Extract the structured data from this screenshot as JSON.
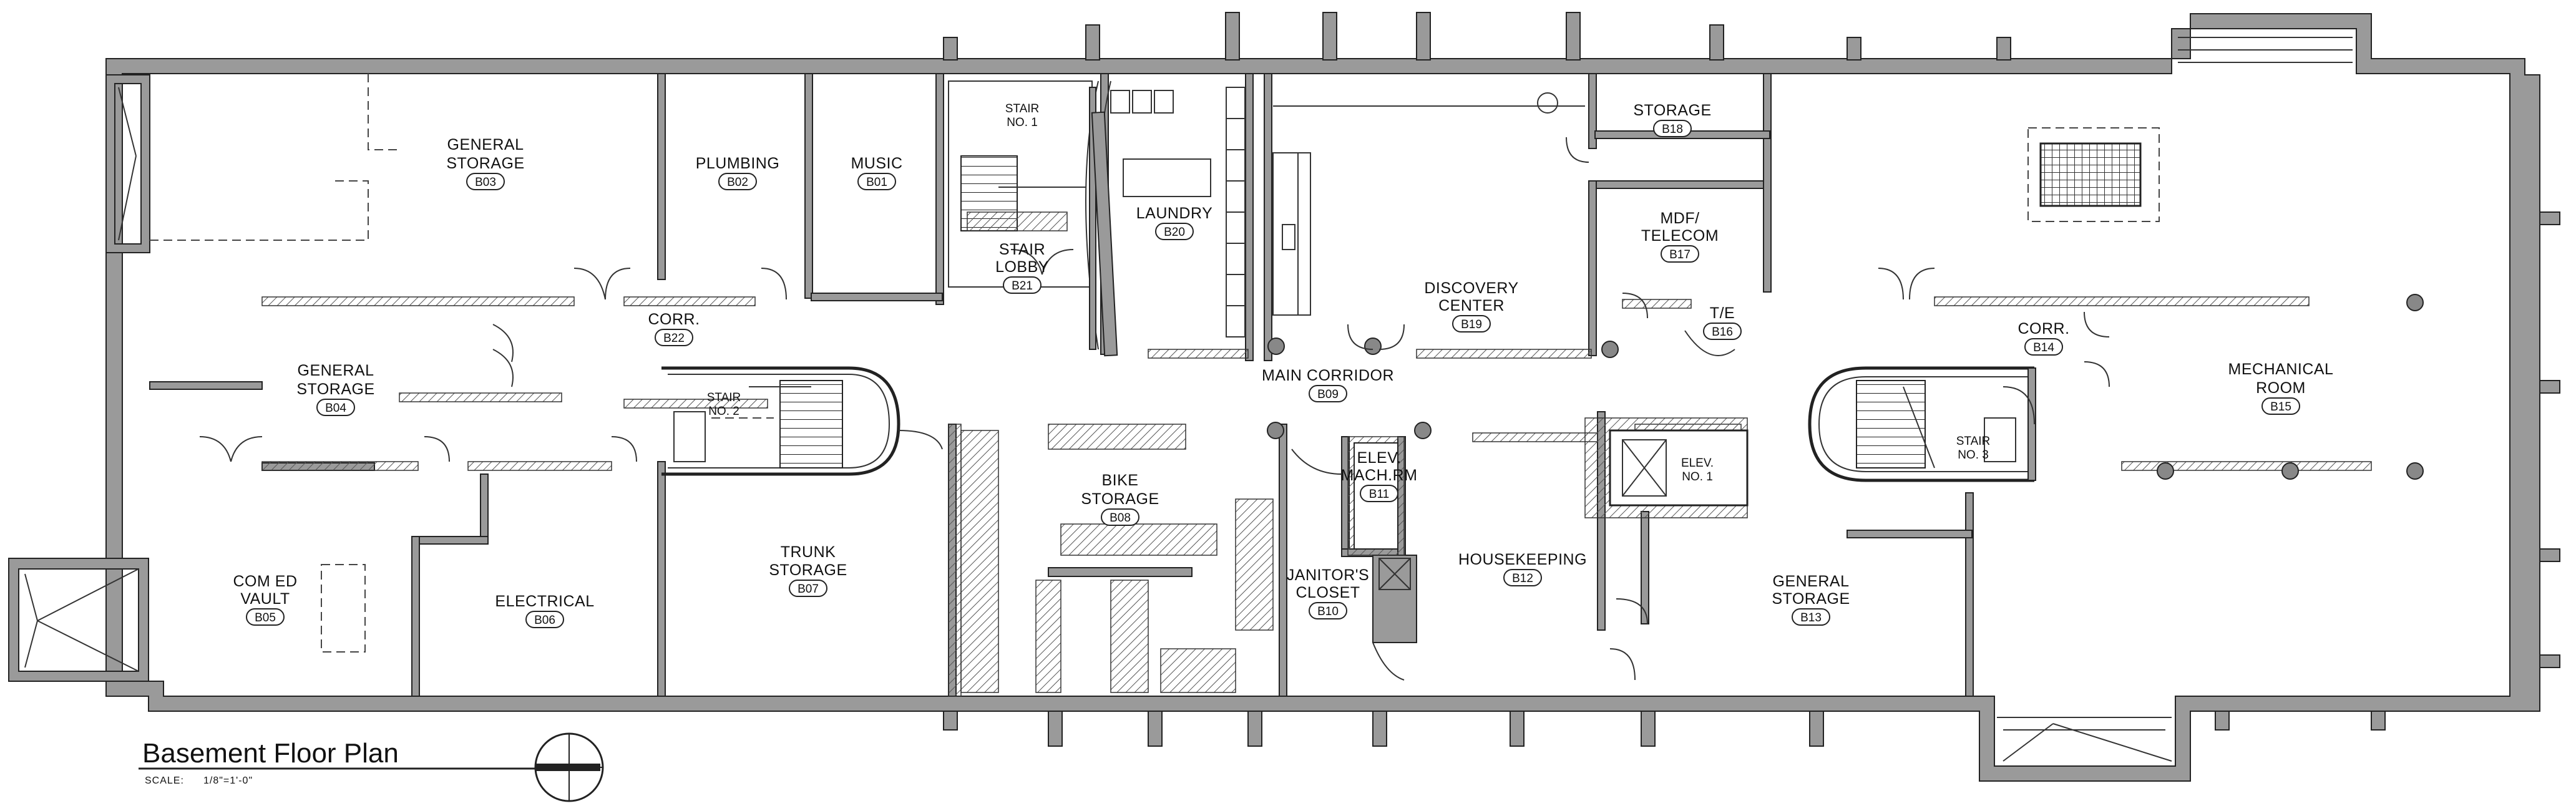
{
  "plan": {
    "title": "Basement Floor Plan",
    "scale_label": "SCALE:",
    "scale_value": "1/8\"=1'-0\""
  },
  "rooms": {
    "b03": {
      "l1": "GENERAL",
      "l2": "STORAGE",
      "tag": "B03"
    },
    "b02": {
      "l1": "PLUMBING",
      "tag": "B02"
    },
    "b01": {
      "l1": "MUSIC",
      "tag": "B01"
    },
    "stair1": {
      "l1": "STAIR",
      "l2": "NO. 1"
    },
    "b21": {
      "l1": "STAIR",
      "l2": "LOBBY",
      "tag": "B21"
    },
    "b20": {
      "l1": "LAUNDRY",
      "tag": "B20"
    },
    "b18": {
      "l1": "STORAGE",
      "tag": "B18"
    },
    "b17": {
      "l1": "MDF/",
      "l2": "TELECOM",
      "tag": "B17"
    },
    "b19": {
      "l1": "DISCOVERY",
      "l2": "CENTER",
      "tag": "B19"
    },
    "b16": {
      "l1": "T/E",
      "tag": "B16"
    },
    "b14": {
      "l1": "CORR.",
      "tag": "B14"
    },
    "b15": {
      "l1": "MECHANICAL",
      "l2": "ROOM",
      "tag": "B15"
    },
    "b22": {
      "l1": "CORR.",
      "tag": "B22"
    },
    "b04": {
      "l1": "GENERAL",
      "l2": "STORAGE",
      "tag": "B04"
    },
    "stair2": {
      "l1": "STAIR",
      "l2": "NO. 2"
    },
    "b09": {
      "l1": "MAIN CORRIDOR",
      "tag": "B09"
    },
    "b11": {
      "l1": "ELEV.",
      "l2": "MACH.RM",
      "tag": "B11"
    },
    "elev1": {
      "l1": "ELEV.",
      "l2": "NO. 1"
    },
    "stair3": {
      "l1": "STAIR",
      "l2": "NO. 3"
    },
    "b08": {
      "l1": "BIKE",
      "l2": "STORAGE",
      "tag": "B08"
    },
    "b07": {
      "l1": "TRUNK",
      "l2": "STORAGE",
      "tag": "B07"
    },
    "b05": {
      "l1": "COM ED",
      "l2": "VAULT",
      "tag": "B05"
    },
    "b06": {
      "l1": "ELECTRICAL",
      "tag": "B06"
    },
    "b10": {
      "l1": "JANITOR'S",
      "l2": "CLOSET",
      "tag": "B10"
    },
    "b12": {
      "l1": "HOUSEKEEPING",
      "tag": "B12"
    },
    "b13": {
      "l1": "GENERAL",
      "l2": "STORAGE",
      "tag": "B13"
    }
  }
}
